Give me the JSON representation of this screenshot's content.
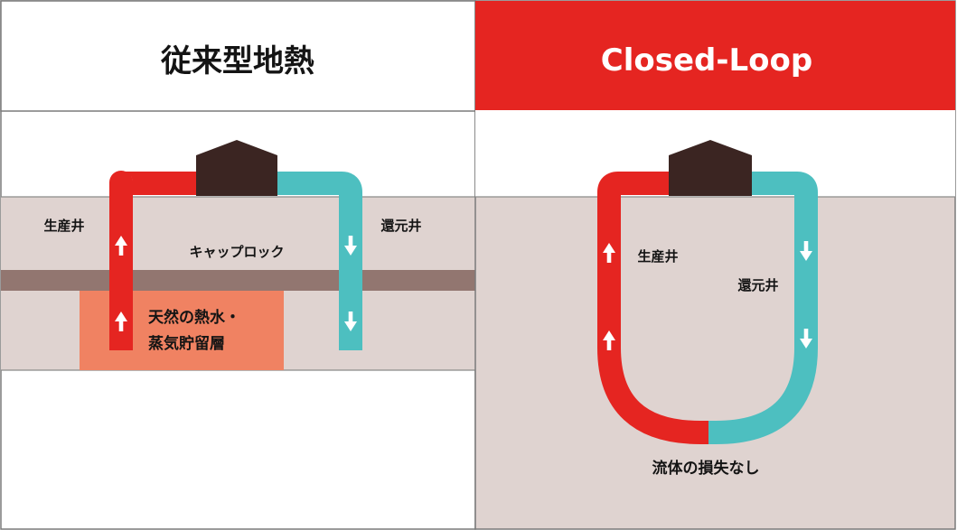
{
  "colors": {
    "production_red": "#e52521",
    "injection_cyan": "#4dbfc0",
    "building_brown": "#3b2522",
    "ground_beige": "#dfd3d0",
    "caprock_brown": "#927670",
    "reservoir_orange": "#f08262",
    "header_red": "#e52521",
    "border_gray": "#7a7a7a",
    "text_dark": "#141414",
    "text_white": "#ffffff"
  },
  "left_panel": {
    "title": "従来型地熱",
    "production_well_label": "生産井",
    "injection_well_label": "還元井",
    "caprock_label": "キャップロック",
    "reservoir_label_line1": "天然の熱水・",
    "reservoir_label_line2": "蒸気貯留層"
  },
  "right_panel": {
    "title": "Closed-Loop",
    "production_well_label": "生産井",
    "injection_well_label": "還元井",
    "bottom_label": "流体の損失なし"
  },
  "icons": {
    "up_arrow": "up-arrow-icon",
    "down_arrow": "down-arrow-icon",
    "building": "building-icon"
  }
}
